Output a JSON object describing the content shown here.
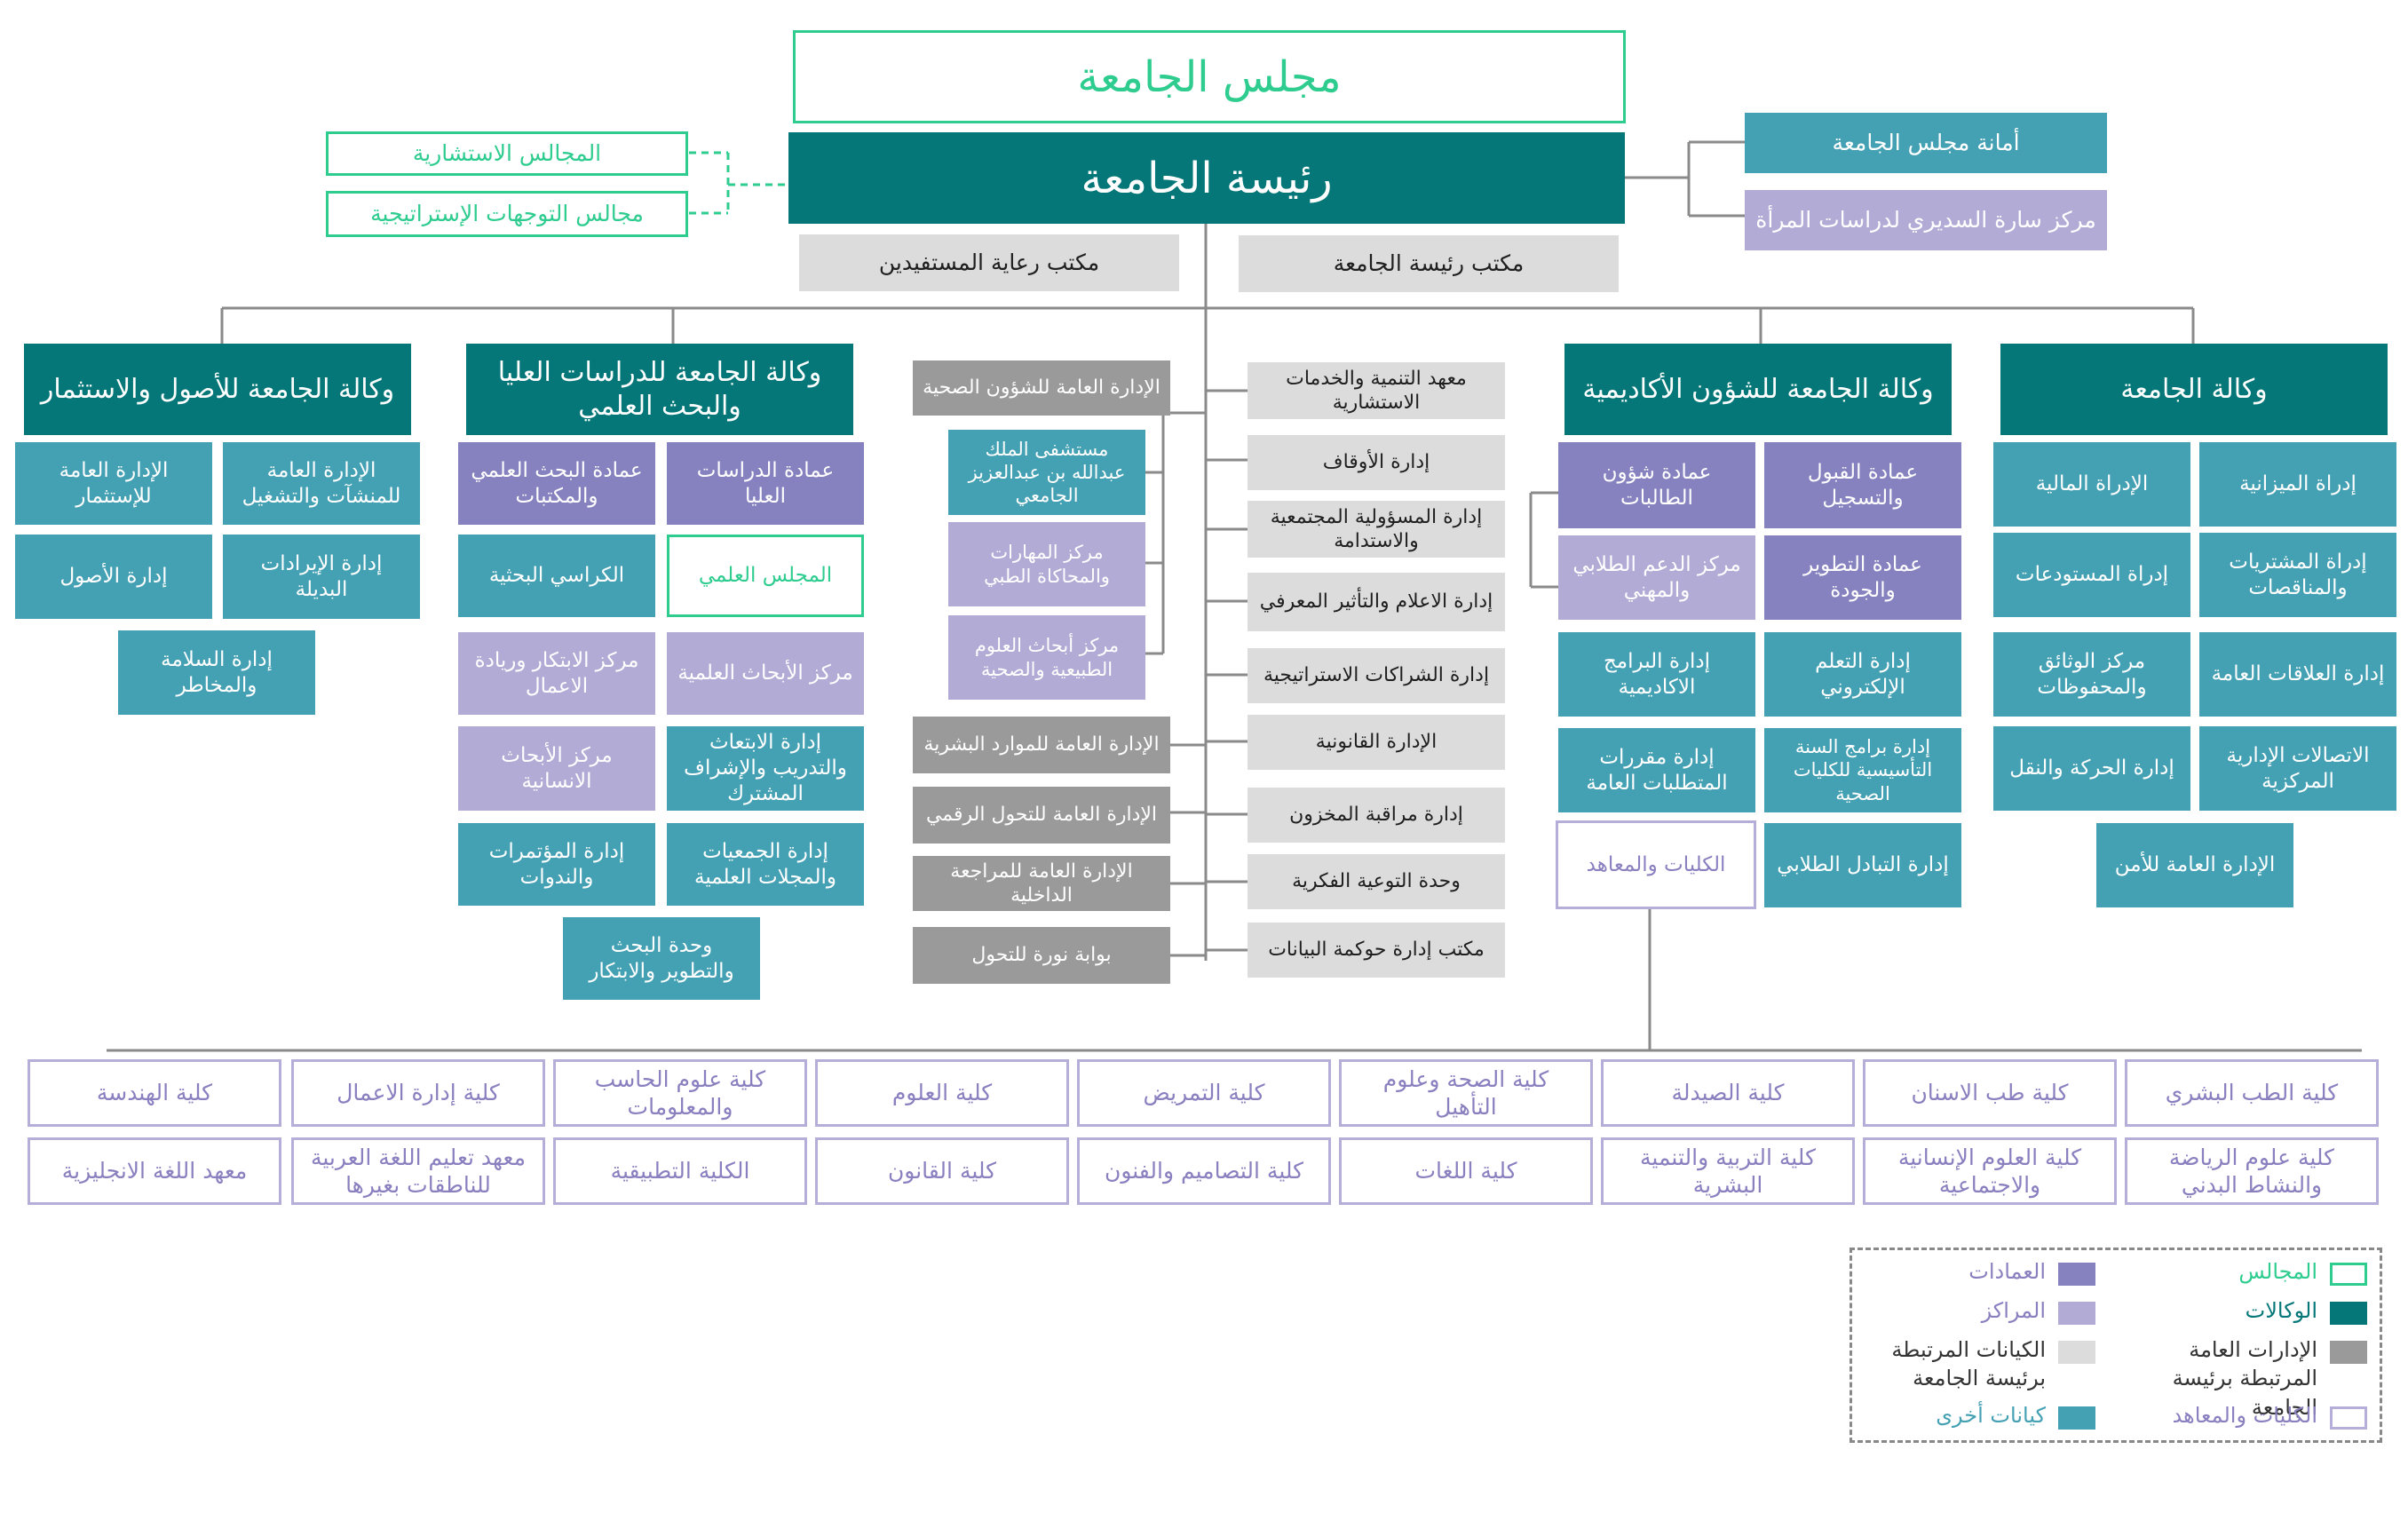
{
  "colors": {
    "councils": "#2ecc8f",
    "agencies": "#057778",
    "other_entities": "#44a0b3",
    "deanships": "#8682bf",
    "centers": "#b1abd5",
    "general_departments": "#9a9a9a",
    "president_entities": "#dcdcdc",
    "colleges": "#b4aed8"
  },
  "top": {
    "board": "مجلس الجامعة",
    "president": "رئيسة الجامعة",
    "advisory_councils": "المجالس الاستشارية",
    "strategic_councils": "مجالس التوجهات الإستراتيجية",
    "board_secretariat": "أمانة مجلس الجامعة",
    "women_center": "مركز سارة السديري لدراسات المرأة",
    "beneficiaries_office": "مكتب رعاية المستفيدين",
    "president_office": "مكتب رئيسة الجامعة"
  },
  "vp_university": {
    "title": "وكالة الجامعة",
    "items": [
      "إدراة الميزانية",
      "الإدراة المالية",
      "إدراة المشتريات والمناقصات",
      "إدراة المستودعات",
      "إدارة العلاقات العامة",
      "مركز الوثائق والمحفوظات",
      "الاتصالات الإدارية المركزية",
      "إدارة الحركة والنقل",
      "الإدارة العامة للأمن"
    ]
  },
  "vp_academic": {
    "title": "وكالة الجامعة للشؤون الأكاديمية",
    "items": [
      "عمادة القبول والتسجيل",
      "عمادة شؤون الطالبات",
      "عمادة التطوير والجودة",
      "مركز الدعم الطلابي والمهني",
      "إدارة التعلم الإلكتروني",
      "إدارة البرامج الاكاديمية",
      "إدارة برامج السنة التأسيسية للكليات الصحية",
      "إدارة مقررات المتطلبات العامة",
      "إدارة التبادل الطلابي",
      "الكليات والمعاهد"
    ]
  },
  "president_depts": {
    "right": [
      "معهد التنمية والخدمات الاستشارية",
      "إدارة الأوقاف",
      "إدارة المسؤولية المجتمعية والاستدامة",
      "إدارة الاعلام والتأثير المعرفي",
      "إدارة الشراكات الاستراتيجية",
      "الإدارة القانونية",
      "إدارة مراقبة المخزون",
      "وحدة التوعية الفكرية",
      "مكتب إدارة حوكمة البيانات"
    ],
    "left": [
      "الإدارة العامة للشؤون الصحية",
      "مستشفى الملك عبدالله بن عبدالعزيز الجامعي",
      "مركز المهارات والمحاكاة الطبي",
      "مركز أبحاث العلوم الطبيعية والصحية",
      "الإدارة العامة للموارد البشرية",
      "الإدارة العامة للتحول الرقمي",
      "الإدارة العامة للمراجعة الداخلية",
      "بوابة نورة للتحول"
    ]
  },
  "vp_research": {
    "title": "وكالة الجامعة للدراسات العليا والبحث العلمي",
    "items": [
      "عمادة الدراسات العليا",
      "عمادة البحث العلمي والمكتبات",
      "المجلس العلمي",
      "الكراسي البحثية",
      "مركز الأبحاث العلمية",
      "مركز الابتكار وريادة الاعمال",
      "إدارة الابتعاث والتدريب والإشراف المشترك",
      "مركز الأبحاث الانسانية",
      "إدارة الجمعيات والمجلات العلمية",
      "إدارة المؤتمرات والندوات",
      "وحدة البحث والتطوير والابتكار"
    ]
  },
  "vp_assets": {
    "title": "وكالة الجامعة للأصول والاستثمار",
    "items": [
      "الإدارة العامة للمنشآت والتشغيل",
      "الإدارة العامة للإستثمار",
      "إدارة الإيرادات البديلة",
      "إدارة الأصول",
      "إدارة السلامة والمخاطر"
    ]
  },
  "colleges": {
    "row1": [
      "كلية الطب البشري",
      "كلية طب الاسنان",
      "كلية الصيدلة",
      "كلية الصحة وعلوم التأهيل",
      "كلية التمريض",
      "كلية العلوم",
      "كلية علوم الحاسب والمعلومات",
      "كلية إدارة الاعمال",
      "كلية الهندسة"
    ],
    "row2": [
      "كلية علوم الرياضة والنشاط البدني",
      "كلية العلوم الإنسانية والاجتماعية",
      "كلية التربية والتنمية البشرية",
      "كلية اللغات",
      "كلية التصاميم والفنون",
      "كلية القانون",
      "الكلية التطبيقية",
      "معهد تعليم اللغة العربية للناطقات بغيرها",
      "معهد اللغة الانجليزية"
    ]
  },
  "legend": {
    "councils": "المجالس",
    "agencies": "الوكالات",
    "general_departments": "الإدارات العامة المرتبطة برئيسة الجامعة",
    "colleges_institutes": "الكليات والمعاهد",
    "deanships": "العمادات",
    "centers": "المراكز",
    "president_entities": "الكيانات المرتبطة برئيسة الجامعة",
    "other_entities": "كيانات أخرى"
  }
}
